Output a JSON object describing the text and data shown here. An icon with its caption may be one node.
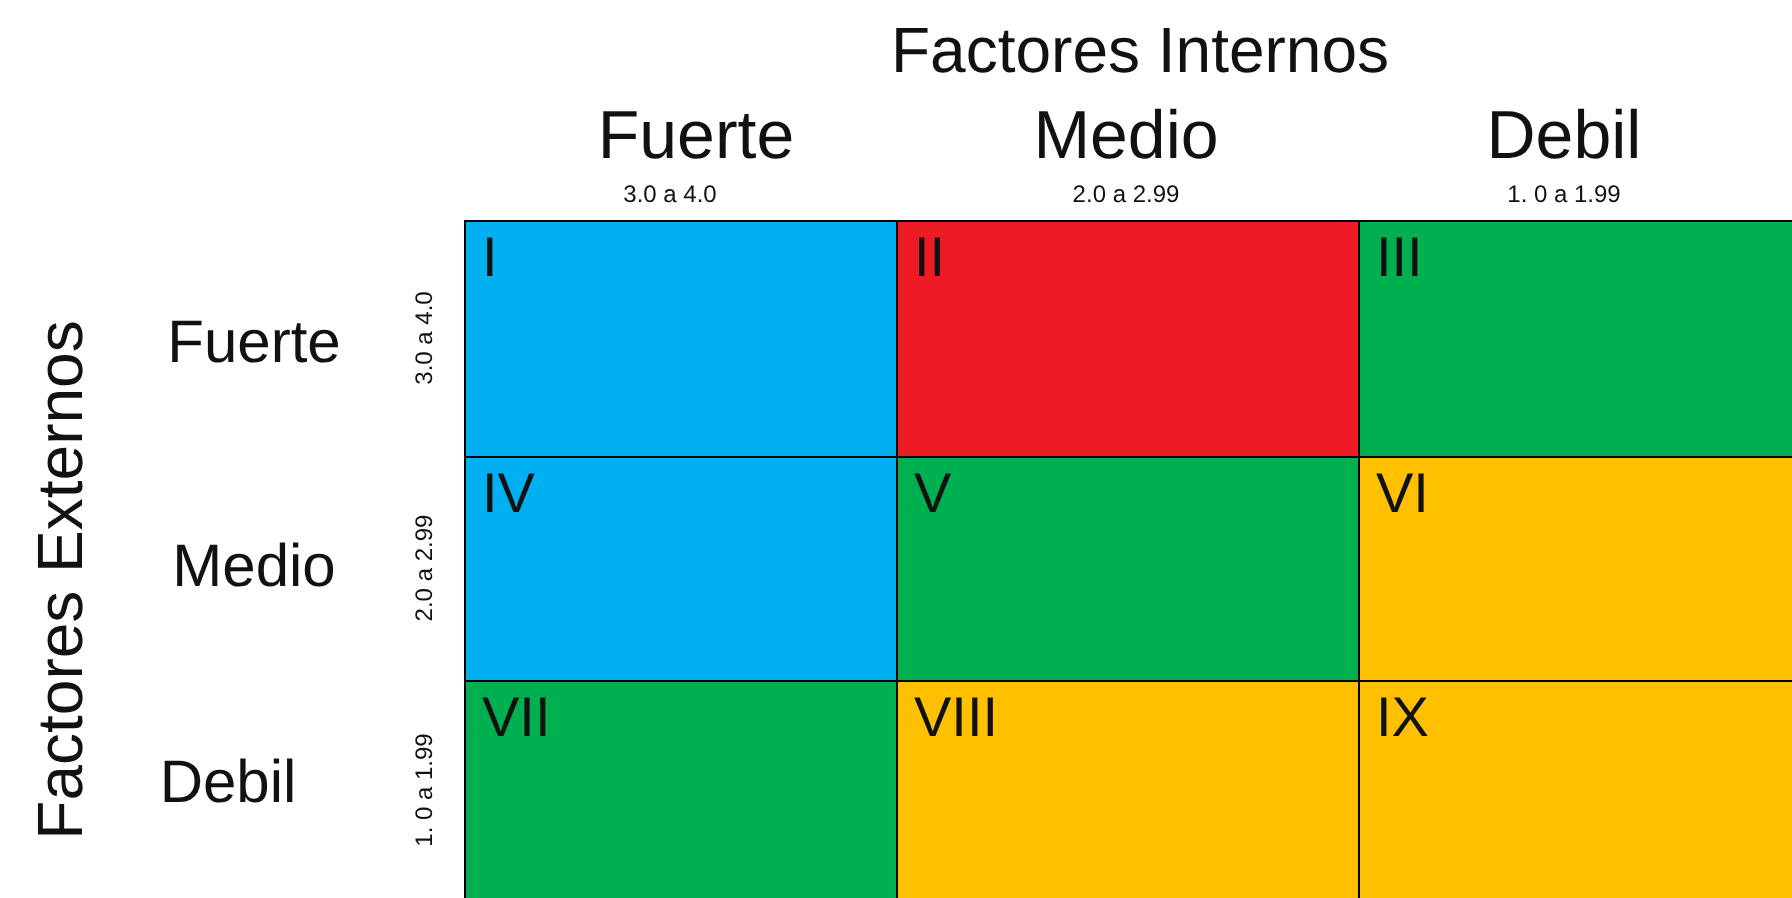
{
  "diagram": {
    "nodes": [
      {
        "text": [
          "I"
        ]
      },
      {
        "text": [
          "II"
        ]
      },
      {
        "text": [
          "III"
        ]
      },
      {
        "text": [
          "IV"
        ]
      },
      {
        "text": [
          "V"
        ]
      },
      {
        "text": [
          "VI"
        ]
      },
      {
        "text": [
          "VII"
        ]
      },
      {
        "text": [
          "VIII"
        ]
      },
      {
        "text": [
          "IX"
        ]
      }
    ],
    "labels": [
      "Factores Internos",
      "Fuerte",
      "Medio",
      "Debil",
      "3.0 a 4.0",
      "2.0 a 2.99",
      "1. 0 a 1.99",
      "Factores Externos",
      "Fuerte",
      "3.0 a 4.0",
      "Medio",
      "2.0 a 2.99",
      "Debil",
      "1. 0 a 1.99"
    ]
  }
}
